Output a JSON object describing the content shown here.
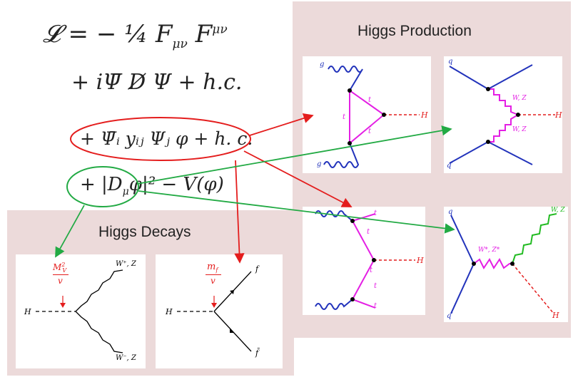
{
  "production_panel": {
    "title": "Higgs Production"
  },
  "decays_panel": {
    "title": "Higgs Decays"
  },
  "lagrangian": {
    "line1": "𝓛 = − ¼ F",
    "line1_sub": "μν",
    "line1_tail": " F",
    "line1_sup": "μν",
    "line2": "+ iΨ̄ D̸ Ψ  + h.c.",
    "line3": "+ Ψ̄ᵢ yᵢⱼ Ψⱼ φ + h. c.",
    "line4": "+ |D",
    "line4_sub": "μ",
    "line4_tail": "φ|² − V(φ)"
  },
  "diagrams": {
    "ggf": {
      "g_top": "g",
      "g_bot": "g",
      "t1": "t",
      "t2": "t",
      "t3": "t̄",
      "h": "H"
    },
    "vbf": {
      "q_top": "q",
      "q_bot": "q′",
      "w1": "W, Z",
      "w2": "W, Z",
      "h": "H"
    },
    "tth": {
      "t1": "t",
      "t2": "t",
      "t3": "t",
      "t4": "t",
      "t5": "t",
      "h": "H"
    },
    "vh": {
      "q_top": "q",
      "q_bot": "q′",
      "v_star": "W*, Z*",
      "v_out": "W, Z",
      "h": "H"
    },
    "dec_vv": {
      "coupling_num": "M",
      "coupling_num_sup": "2",
      "coupling_num_sub": "V",
      "coupling_den": "v",
      "h": "H",
      "w_plus": "W⁺, Z",
      "w_minus": "W⁻, Z"
    },
    "dec_ff": {
      "coupling_num": "m",
      "coupling_num_sub": "f",
      "coupling_den": "v",
      "h": "H",
      "f": "f",
      "fbar": "f̄"
    }
  }
}
